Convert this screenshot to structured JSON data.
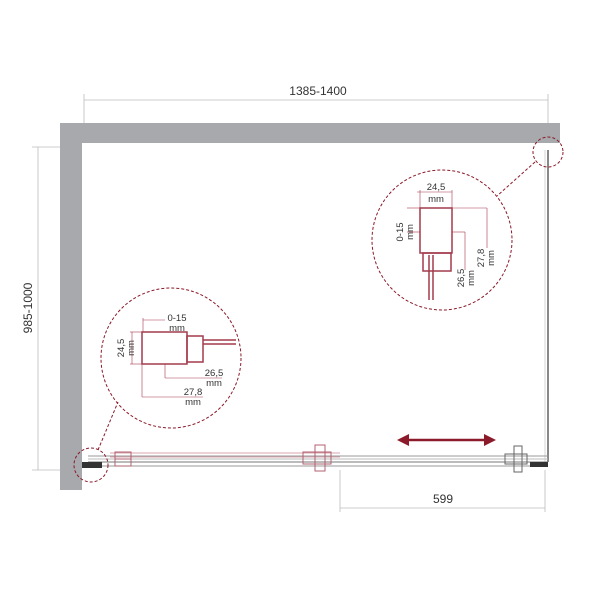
{
  "dimensions": {
    "width": "1385-1400",
    "depth": "985-1000",
    "door": "599"
  },
  "detail_right": {
    "width": "24,5",
    "width_unit": "mm",
    "adjust": "0-15",
    "adjust_unit": "mm",
    "depth_a": "26,5",
    "depth_a_unit": "mm",
    "depth_b": "27,8",
    "depth_b_unit": "mm"
  },
  "detail_left": {
    "adjust": "0-15",
    "adjust_unit": "mm",
    "width": "24,5",
    "width_unit": "mm",
    "depth_a": "26,5",
    "depth_a_unit": "mm",
    "depth_b": "27,8",
    "depth_b_unit": "mm"
  },
  "colors": {
    "wall": "#a7a9ac",
    "accent": "#8b1a2b",
    "line": "#999999"
  }
}
